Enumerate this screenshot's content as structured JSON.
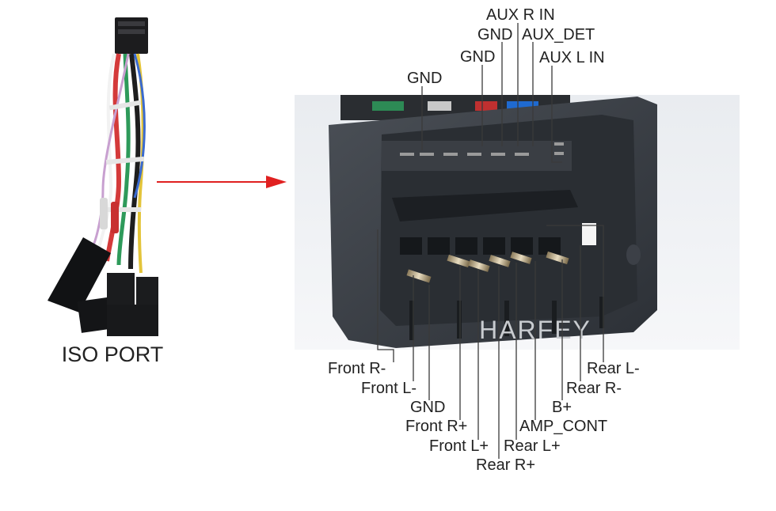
{
  "caption": "ISO PORT",
  "watermark": "HARFEY",
  "top_labels": [
    "AUX R IN",
    "GND",
    "AUX_DET",
    "GND",
    "AUX L IN",
    "GND"
  ],
  "bottom_labels": [
    "Front R-",
    "Front L-",
    "GND",
    "Front R+",
    "Front L+",
    "Rear R+",
    "Rear L+",
    "AMP_CONT",
    "B+",
    "Rear R-",
    "Rear L-"
  ],
  "colors": {
    "arrow": "#e02020",
    "housing": "#3b3f45",
    "housing_dark": "#22262b",
    "photo_bg": "#eef0f3"
  }
}
